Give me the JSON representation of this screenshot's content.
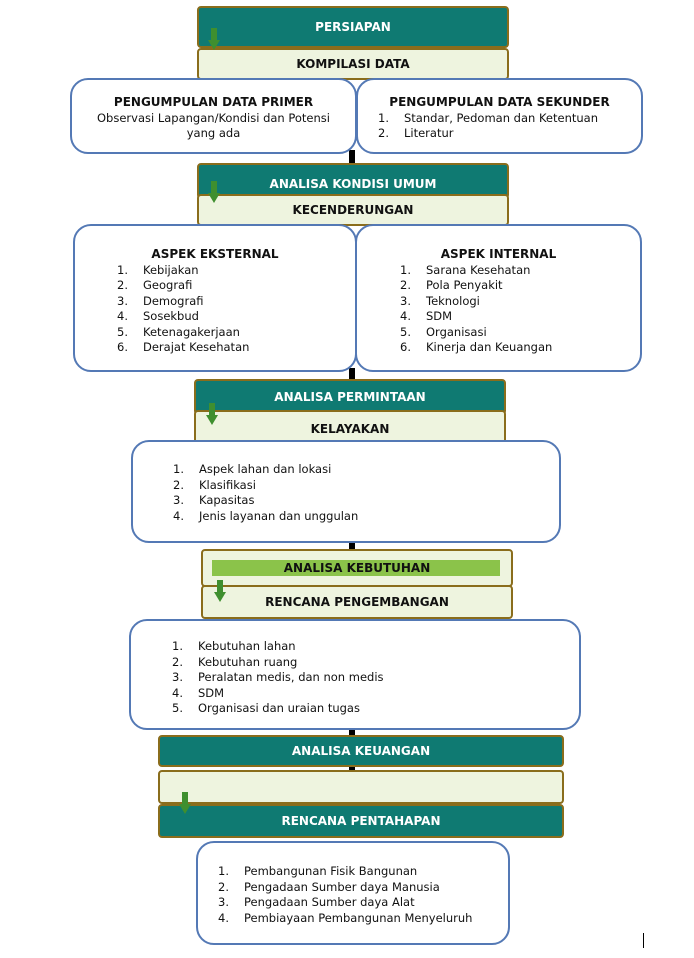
{
  "stage1": {
    "title": "PERSIAPAN",
    "subtitle": "KOMPILASI DATA",
    "primer_title": "PENGUMPULAN DATA PRIMER",
    "primer_text": "Observasi Lapangan/Kondisi dan Potensi yang ada",
    "sekunder_title": "PENGUMPULAN DATA SEKUNDER",
    "sekunder_items": [
      "Standar, Pedoman dan Ketentuan",
      "Literatur"
    ]
  },
  "stage2": {
    "title": "ANALISA KONDISI UMUM",
    "subtitle": "KECENDERUNGAN",
    "eksternal_title": "ASPEK EKSTERNAL",
    "eksternal_items": [
      "Kebijakan",
      "Geografi",
      "Demografi",
      "Sosekbud",
      "Ketenagakerjaan",
      "Derajat Kesehatan"
    ],
    "internal_title": "ASPEK INTERNAL",
    "internal_items": [
      "Sarana Kesehatan",
      "Pola Penyakit",
      "Teknologi",
      "SDM",
      "Organisasi",
      "Kinerja dan Keuangan"
    ]
  },
  "stage3": {
    "title": "ANALISA PERMINTAAN",
    "subtitle": "KELAYAKAN",
    "items": [
      "Aspek lahan dan lokasi",
      "Klasifikasi",
      "Kapasitas",
      "Jenis layanan dan unggulan"
    ]
  },
  "stage4": {
    "title": "ANALISA KEBUTUHAN",
    "subtitle": "RENCANA PENGEMBANGAN",
    "items": [
      "Kebutuhan lahan",
      "Kebutuhan ruang",
      "Peralatan medis, dan non medis",
      "SDM",
      "Organisasi dan uraian tugas"
    ]
  },
  "stage5": {
    "title": "ANALISA KEUANGAN",
    "subtitle": "RENCANA PENTAHAPAN",
    "items": [
      "Pembangunan Fisik Bangunan",
      "Pengadaan Sumber daya Manusia",
      "Pengadaan Sumber daya Alat",
      "Pembiayaan Pembangunan Menyeluruh"
    ]
  },
  "numbers": [
    "1.",
    "2.",
    "3.",
    "4.",
    "5.",
    "6."
  ],
  "colors": {
    "teal": "#0f7a72",
    "pale": "#eef4df",
    "box_border": "#5479b5",
    "bar_border": "#8a6d1c",
    "arrow": "#3f8f2f",
    "highlight": "#8bc34a"
  },
  "icon": "down-arrow-icon"
}
